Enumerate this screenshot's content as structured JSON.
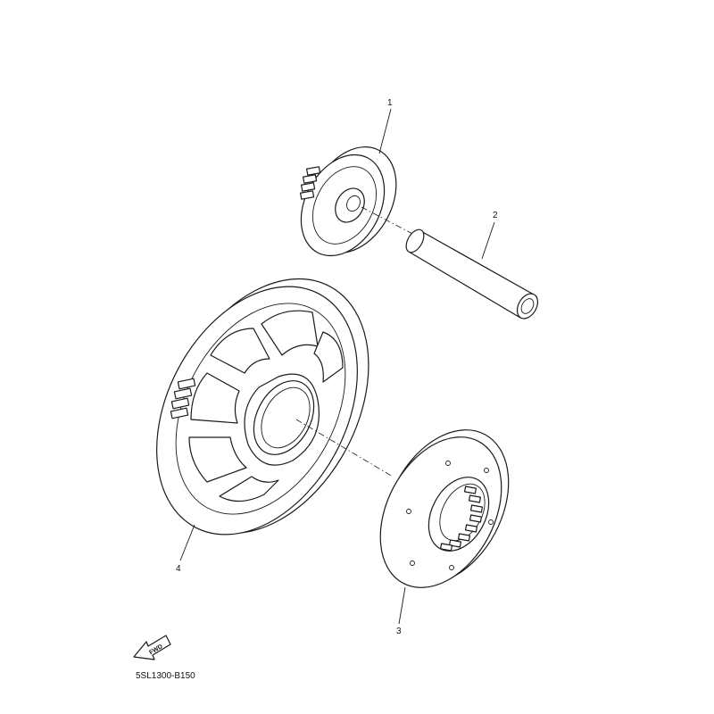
{
  "diagram": {
    "part_labels": [
      {
        "id": "1",
        "text": "1"
      },
      {
        "id": "2",
        "text": "2"
      },
      {
        "id": "3",
        "text": "3"
      },
      {
        "id": "4",
        "text": "4"
      }
    ],
    "direction_marker": "FWD",
    "diagram_code": "5SL1300-B150"
  }
}
